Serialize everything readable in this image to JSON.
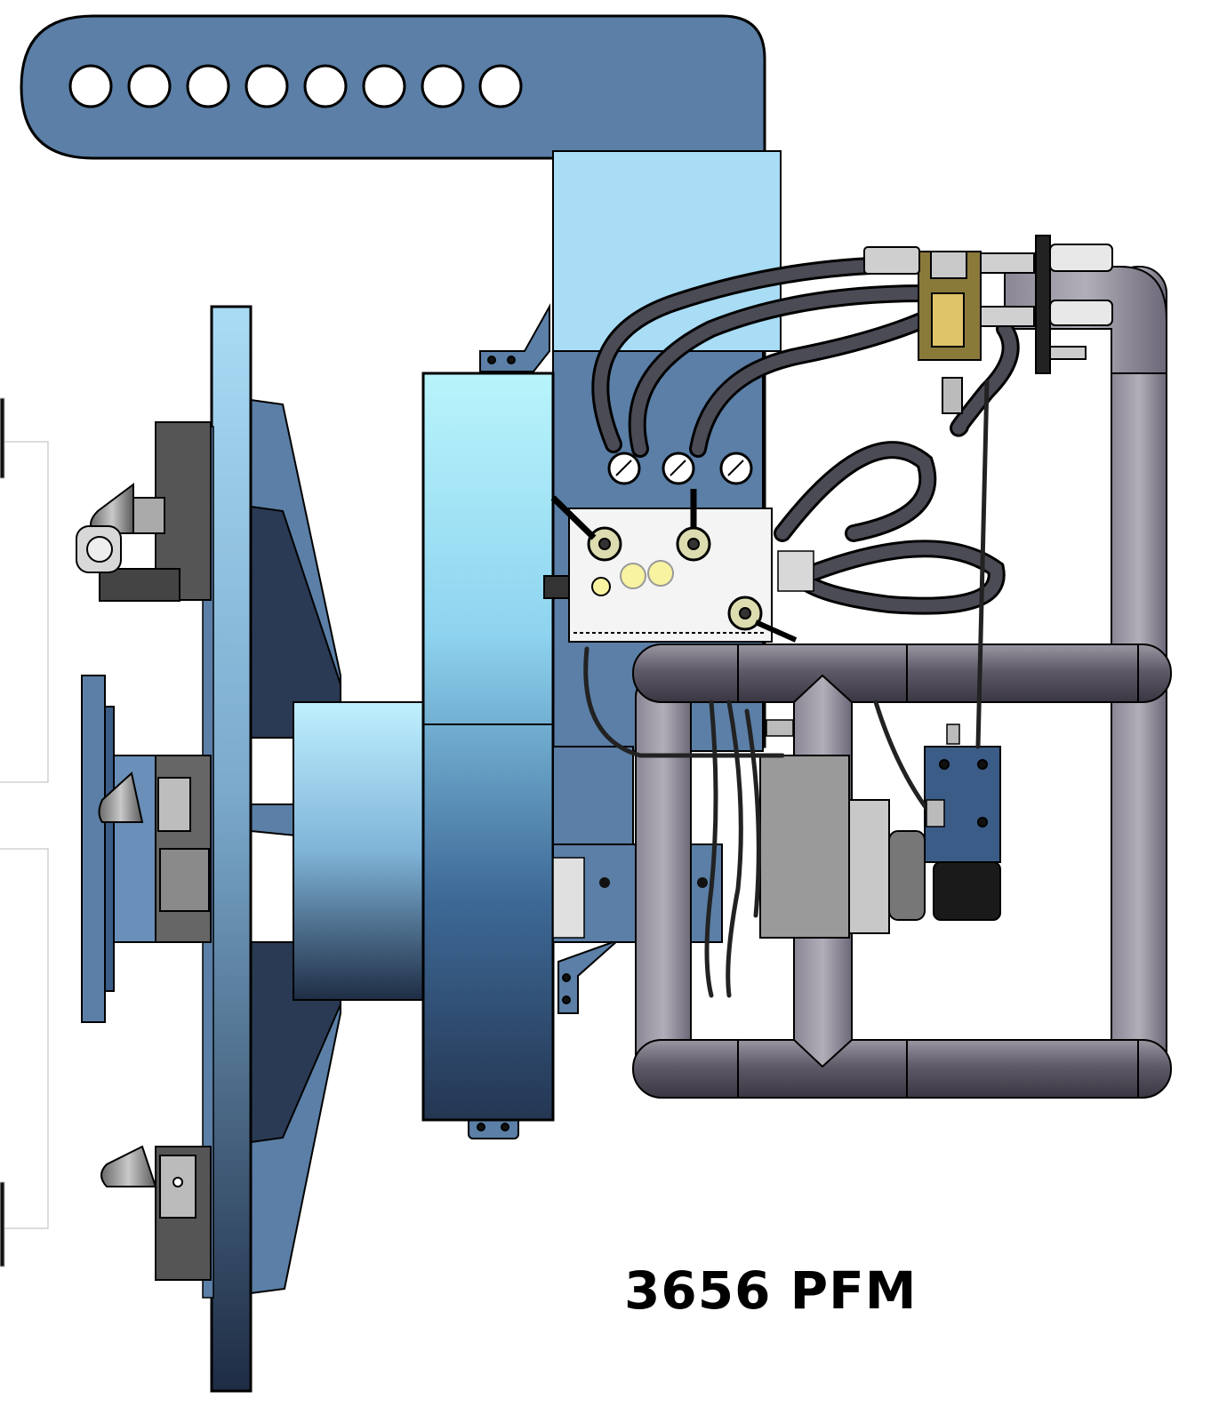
{
  "label": {
    "model": "3656 PFM"
  },
  "colors": {
    "plate": "#5b7fa6",
    "plate_dark": "#2a3a54",
    "light_blue": "#a9dcf5",
    "cyan": "#b8f4fb",
    "pipe": "#6f6a78",
    "hose": "#3d3d45",
    "valve_block": "#f4f4f4",
    "gauge_face": "#f7f3c0",
    "outline": "#000000"
  },
  "parts": {
    "arm": "mounting-arm",
    "hub_plate": "hub-plate",
    "drum": "drum-housing",
    "frame": "pipe-frame",
    "valve_block": "hydraulic-valve-block",
    "motor": "hydraulic-motor",
    "hoses": "hydraulic-hoses",
    "tools": "tool-heads"
  },
  "icons": [
    "gauge-icon",
    "bolt-hole-icon",
    "fitting-icon"
  ]
}
